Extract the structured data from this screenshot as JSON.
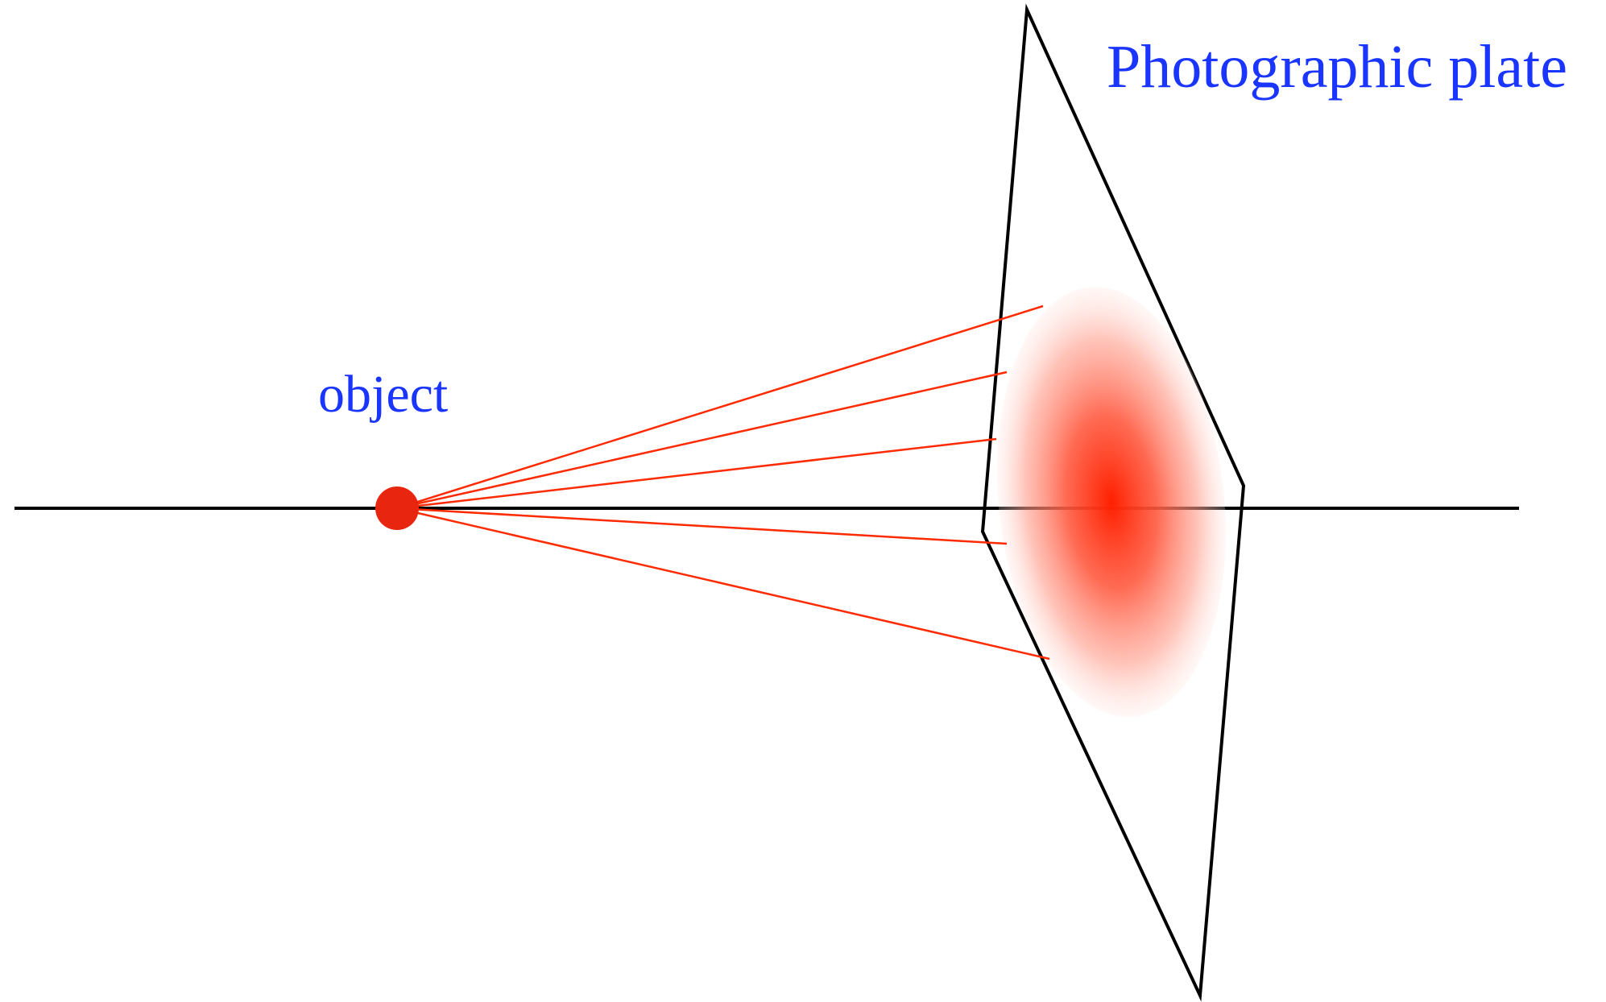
{
  "labels": {
    "object": "object",
    "plate": "Photographic plate"
  },
  "colors": {
    "label": "#1a35ff",
    "ray": "#ff2a00",
    "axis": "#000000",
    "plate_outline": "#000000",
    "object_point": "#e8260f",
    "spot_center": "#ff2000"
  },
  "rays": {
    "count": 5
  }
}
